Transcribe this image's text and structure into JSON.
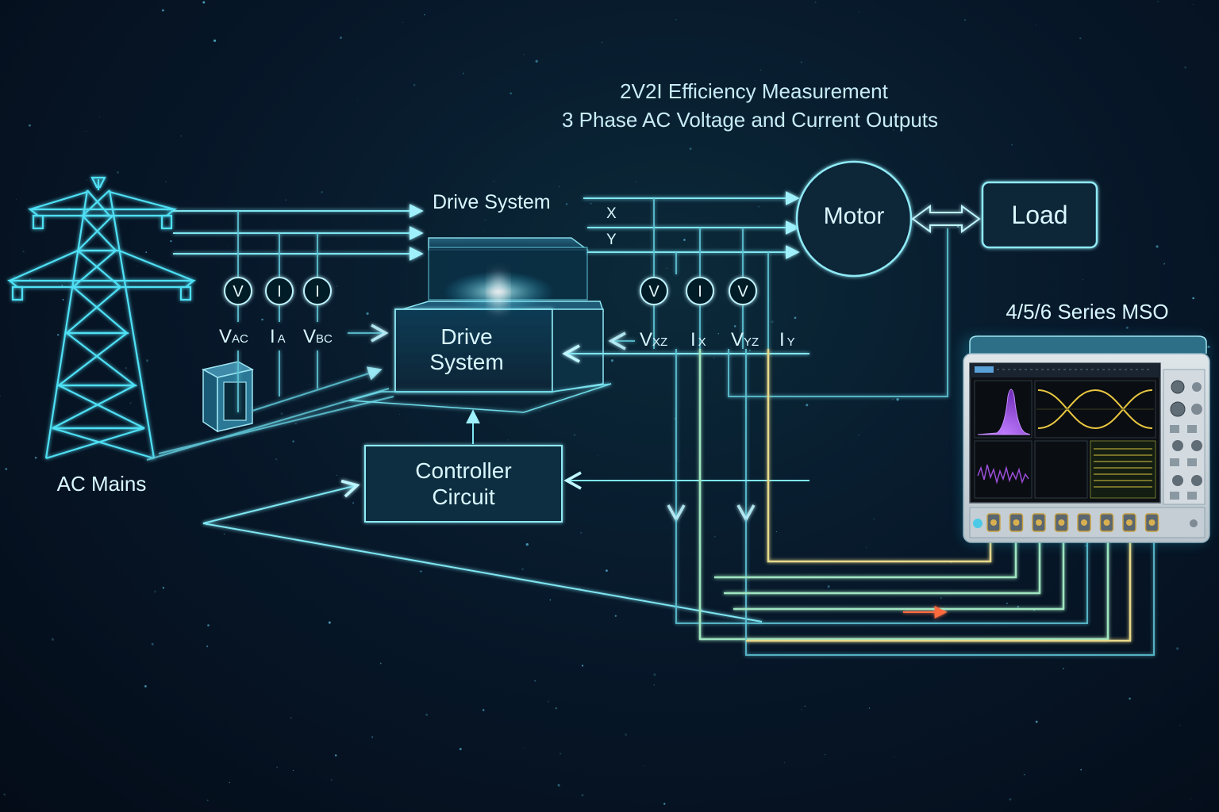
{
  "title": {
    "line1": "2V2I Efficiency Measurement",
    "line2": "3 Phase AC Voltage and Current Outputs"
  },
  "nodes": {
    "ac_mains": "AC Mains",
    "drive_system_top": "Drive System",
    "drive_system_box": [
      "Drive",
      "System"
    ],
    "controller": [
      "Controller",
      "Circuit"
    ],
    "motor": "Motor",
    "load": "Load",
    "mso": "4/5/6 Series MSO"
  },
  "phase_labels": {
    "x": "X",
    "y": "Y"
  },
  "input_meters": [
    "V",
    "I",
    "I"
  ],
  "output_meters": [
    "V",
    "I",
    "V"
  ],
  "input_signals": [
    {
      "main": "V",
      "sub": "AC"
    },
    {
      "main": "I",
      "sub": "A"
    },
    {
      "main": "V",
      "sub": "BC"
    }
  ],
  "output_signals": [
    {
      "main": "V",
      "sub": "XZ"
    },
    {
      "main": "I",
      "sub": "X"
    },
    {
      "main": "V",
      "sub": "YZ"
    },
    {
      "main": "I",
      "sub": "Y"
    }
  ],
  "colors": {
    "background": "#07182a",
    "wire": "#7fe6f2",
    "tower": "#4fe0f5",
    "box_fill": "#0a2c3e",
    "scope_yellow": "#e8c640",
    "scope_purple": "#9b4fd8",
    "probe_green": "#9fe6c0",
    "accent_orange": "#ff6a3d"
  }
}
